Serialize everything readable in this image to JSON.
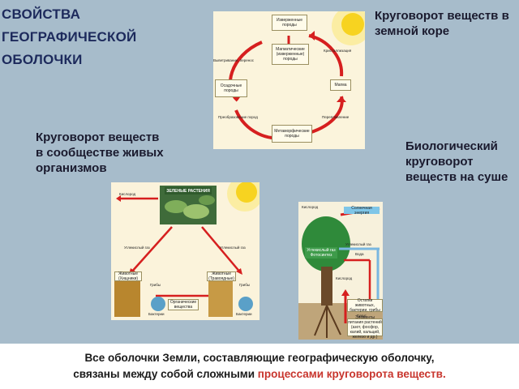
{
  "title": "СВОЙСТВА ГЕОГРАФИЧЕСКОЙ ОБОЛОЧКИ",
  "labels": {
    "crust": "Круговорот веществ в земной коре",
    "community": "Круговорот веществ в сообществе живых организмов",
    "bio": "Биологический круговорот веществ на суше"
  },
  "crust": {
    "igneous": "Изверженные породы",
    "magmatic": "Магматические (изверженные) породы",
    "sedimentary": "Осадочные породы",
    "magma": "Магма",
    "metamorphic": "Метаморфические породы",
    "weathering": "Выветривание, перенос",
    "crystallization": "Кристаллизация",
    "transformation": "Преобразование пород",
    "melting": "Переплавление"
  },
  "community": {
    "plants": "ЗЕЛЕНЫЕ РАСТЕНИЯ",
    "oxygen": "Кислород",
    "animals_1": "Животные (Хищники)",
    "animals_2": "Животные (Травоядные)",
    "fungi_1": "Грибы",
    "bacteria_1": "Бактерии",
    "fungi_2": "Грибы",
    "bacteria_2": "Бактерии",
    "organic": "Органические вещества",
    "co2_left": "Углекислый газ",
    "co2_right": "Углекислый газ"
  },
  "bio": {
    "oxygen": "Кислород",
    "solar": "Солнечная энергия",
    "co2": "Углекислый газ",
    "photosynthesis": "Углекислый газ Фотосинтез",
    "water": "Вода",
    "oxygen_2": "Кислород",
    "remains": "Остатки животных, бактерии, грибы",
    "humus": "Гумус",
    "nutrients": "Элементы питания растений (азот, фосфор, калий, кальций, железо и др.)"
  },
  "caption": {
    "line1": "Все оболочки Земли, составляющие географическую оболочку,",
    "line2_prefix": "связаны между собой сложными",
    "line2_highlight": "процессами круговорота веществ."
  },
  "colors": {
    "arrow_red": "#d61f1f",
    "sun": "#f7d320",
    "sun_glow": "#fbe98a",
    "caption_highlight": "#c8352d",
    "background": "#a7bccb"
  }
}
